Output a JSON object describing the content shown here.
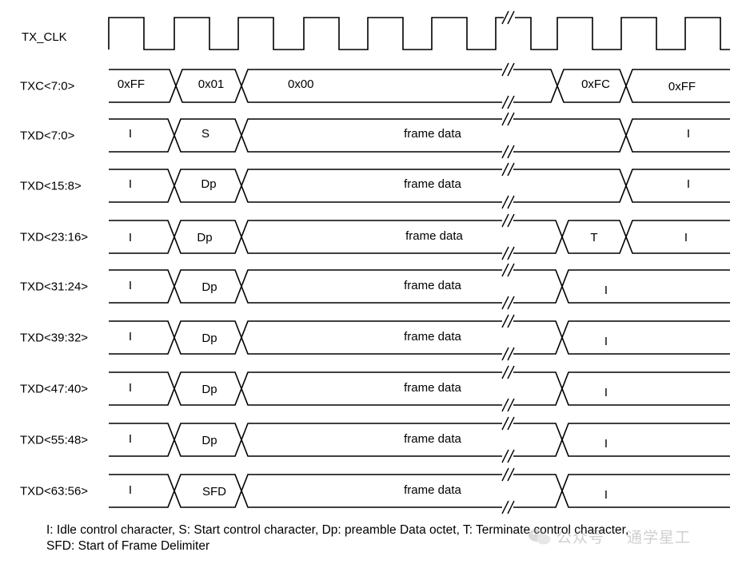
{
  "clock": {
    "label": "TX_CLK"
  },
  "buses": [
    {
      "label": "TXC<7:0>",
      "segments": [
        "0xFF",
        "0x01",
        "0x00",
        "0xFC",
        "0xFF"
      ]
    },
    {
      "label": "TXD<7:0>",
      "segments": [
        "I",
        "S",
        "frame data",
        "I"
      ]
    },
    {
      "label": "TXD<15:8>",
      "segments": [
        "I",
        "Dp",
        "frame data",
        "I"
      ]
    },
    {
      "label": "TXD<23:16>",
      "segments": [
        "I",
        "Dp",
        "frame data",
        "T",
        "I"
      ]
    },
    {
      "label": "TXD<31:24>",
      "segments": [
        "I",
        "Dp",
        "frame data",
        "I"
      ]
    },
    {
      "label": "TXD<39:32>",
      "segments": [
        "I",
        "Dp",
        "frame data",
        "I"
      ]
    },
    {
      "label": "TXD<47:40>",
      "segments": [
        "I",
        "Dp",
        "frame data",
        "I"
      ]
    },
    {
      "label": "TXD<55:48>",
      "segments": [
        "I",
        "Dp",
        "frame data",
        "I"
      ]
    },
    {
      "label": "TXD<63:56>",
      "segments": [
        "I",
        "SFD",
        "frame data",
        "I"
      ]
    }
  ],
  "legend": {
    "line1": "I: Idle control character, S: Start control character, Dp: preamble Data octet, T: Terminate control character,",
    "line2": "SFD: Start of Frame Delimiter"
  },
  "watermark": {
    "platform": "公众号",
    "name": "通学星工"
  }
}
